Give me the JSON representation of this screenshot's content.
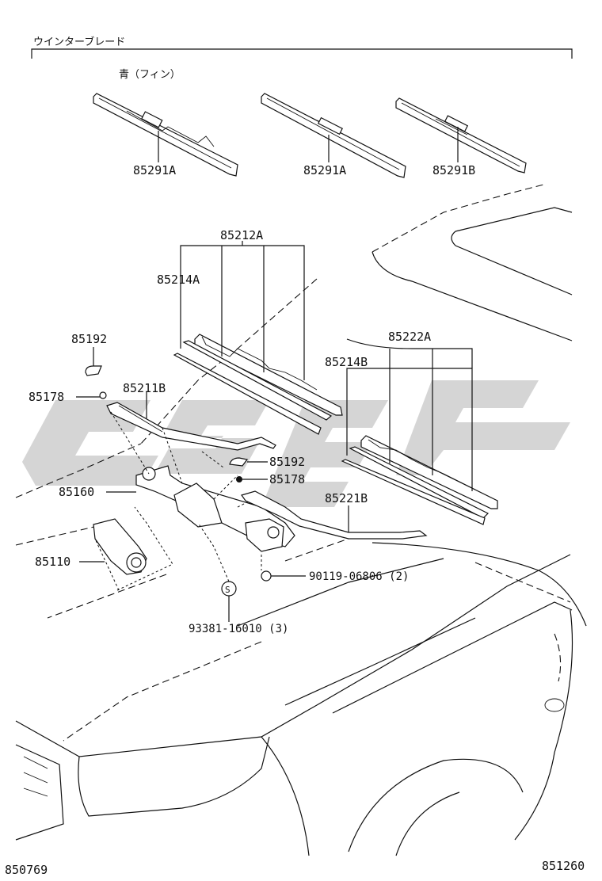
{
  "header": {
    "title": "ウインターブレード",
    "fin_note": "青（フィン）"
  },
  "labels": {
    "winter_blade_1": "85291A",
    "winter_blade_2": "85291A",
    "winter_blade_3": "85291B",
    "blade_assy_rh": "85212A",
    "blade_rubber_rh": "85214A",
    "blade_assy_lh": "85222A",
    "blade_rubber_lh": "85214B",
    "cap_upper": "85192",
    "nut_upper": "85178",
    "arm_rh": "85211B",
    "cap_lower": "85192",
    "nut_lower": "85178",
    "link_assy": "85160",
    "arm_lh": "85221B",
    "motor": "85110",
    "bolt": "90119-06806 (2)",
    "grommet_marker": "S",
    "grommet": "93381-16010 (3)"
  },
  "footer": {
    "left_code": "850769",
    "right_code": "851260"
  }
}
